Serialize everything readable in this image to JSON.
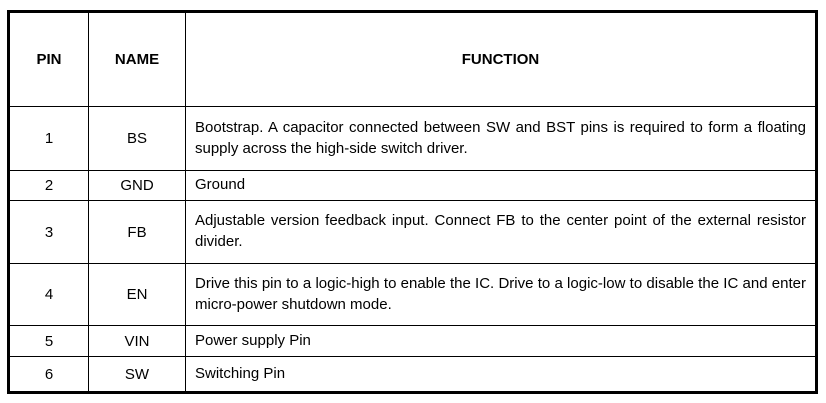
{
  "table": {
    "headers": [
      "PIN",
      "NAME",
      "FUNCTION"
    ],
    "rows": [
      {
        "pin": "1",
        "name": "BS",
        "function": "Bootstrap. A capacitor connected between SW and BST pins is required to form a floating supply across the high-side switch driver."
      },
      {
        "pin": "2",
        "name": "GND",
        "function": "Ground"
      },
      {
        "pin": "3",
        "name": "FB",
        "function": "Adjustable version feedback input. Connect FB to the center point of the external resistor divider."
      },
      {
        "pin": "4",
        "name": "EN",
        "function": "Drive this pin to a logic-high to enable the IC. Drive to a logic-low to disable the IC and enter micro-power shutdown mode."
      },
      {
        "pin": "5",
        "name": "VIN",
        "function": "Power supply Pin"
      },
      {
        "pin": "6",
        "name": "SW",
        "function": "Switching Pin"
      }
    ]
  },
  "colors": {
    "border": "#000000",
    "text": "#000000",
    "background": "#ffffff"
  }
}
